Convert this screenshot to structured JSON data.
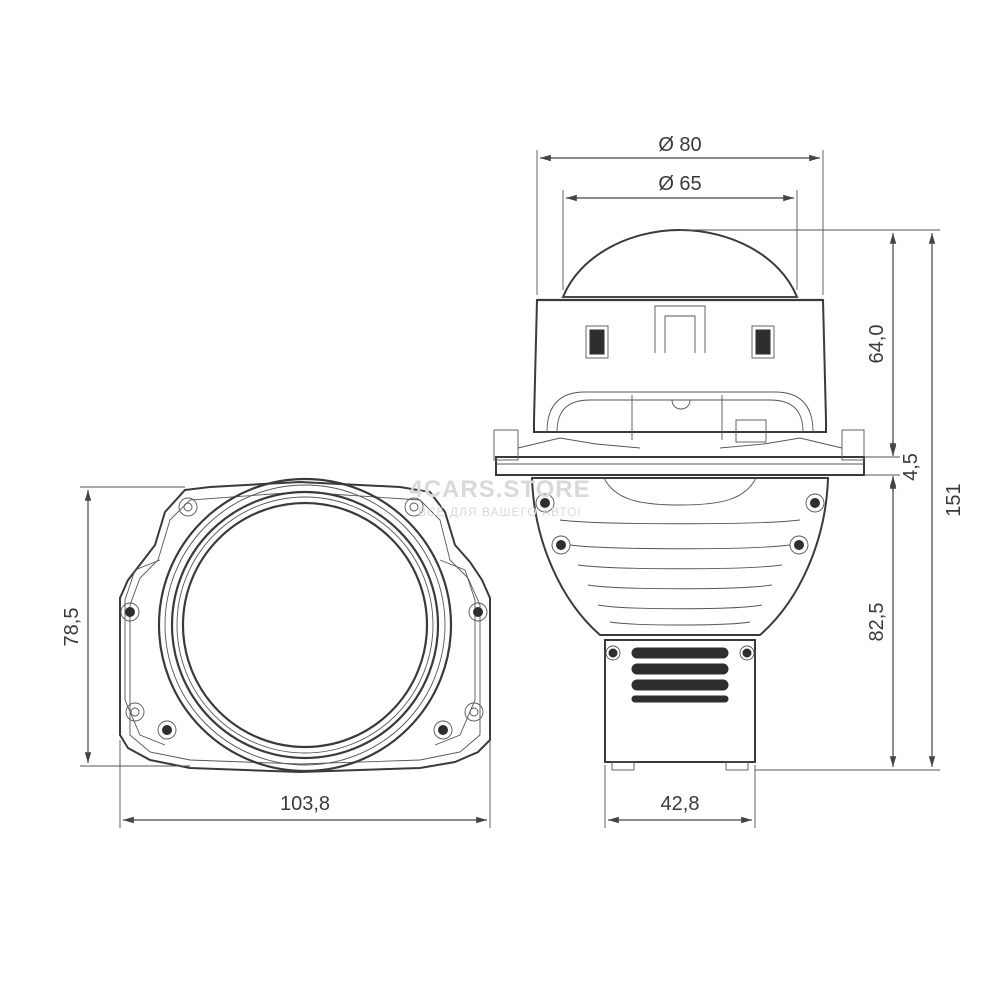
{
  "drawing": {
    "front_view": {
      "width_label": "103,8",
      "height_label": "78,5"
    },
    "side_view": {
      "outer_diameter_label": "Ø 80",
      "lens_diameter_label": "Ø 65",
      "upper_height_label": "64,0",
      "flange_thickness_label": "4,5",
      "lower_height_label": "82,5",
      "total_height_label": "151",
      "base_width_label": "42,8"
    }
  },
  "watermark": {
    "brand": "4CARS.STORE",
    "tagline": "ВСЁ ДЛЯ ВАШЕГО АВТО!"
  }
}
